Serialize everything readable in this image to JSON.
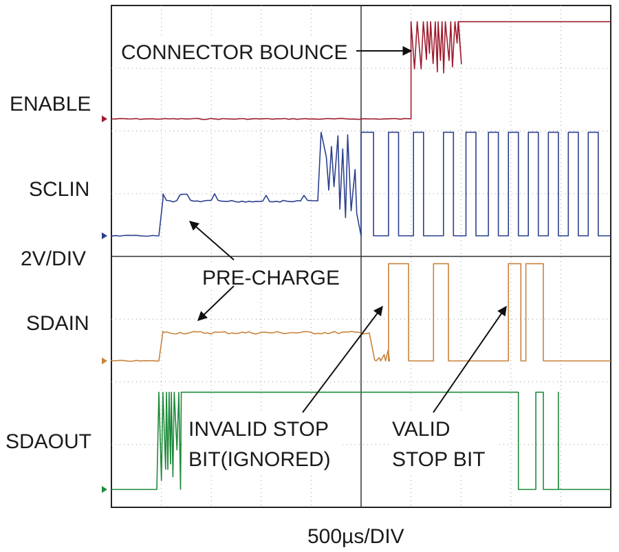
{
  "chart_data": {
    "type": "line",
    "title": "",
    "xlabel": "500µs/DIV",
    "ylabel": "2V/DIV",
    "divisions": {
      "x": 10,
      "y": 8
    },
    "xlim": [
      0,
      10
    ],
    "grid": true,
    "series": [
      {
        "name": "ENABLE",
        "color": "#9e1b2e",
        "baseline_div": 1.55,
        "low_div": 0,
        "high_div": 1.55,
        "events": [
          {
            "t": 6.0,
            "desc": "CONNECTOR BOUNCE edge",
            "bounce_until": 6.95
          }
        ]
      },
      {
        "name": "SCLIN",
        "color": "#2a3f8f",
        "baseline_div": 0,
        "precharge_div": 0.55,
        "high_div": 1.65,
        "precharge_start": 0.95,
        "toggle_start": 4.2,
        "clock_edges": [
          5.0,
          5.25,
          5.55,
          5.75,
          6.05,
          6.25,
          6.65,
          6.85,
          7.1,
          7.3,
          7.55,
          7.75,
          7.95,
          8.15,
          8.35,
          8.55,
          8.75,
          8.95,
          9.15,
          9.35,
          9.55,
          9.75
        ]
      },
      {
        "name": "SDAIN",
        "color": "#c8823c",
        "baseline_div": 0,
        "precharge_div": 0.45,
        "high_div": 1.55,
        "precharge_start": 0.95,
        "pulses": [
          [
            5.55,
            5.95
          ],
          [
            6.45,
            6.75
          ],
          [
            7.95,
            8.2
          ],
          [
            8.3,
            8.65
          ]
        ]
      },
      {
        "name": "SDAOUT",
        "color": "#1e8a3a",
        "baseline_div": 0,
        "high_div": 1.55,
        "rise": 0.95,
        "bounce_until": 1.4,
        "pulses_low": [
          [
            8.15,
            8.5
          ],
          [
            8.65,
            8.95
          ]
        ]
      }
    ],
    "annotations": [
      {
        "text": "CONNECTOR BOUNCE",
        "target_series": "ENABLE"
      },
      {
        "text": "PRE-CHARGE",
        "target_series": [
          "SCLIN",
          "SDAIN"
        ]
      },
      {
        "text_lines": [
          "INVALID STOP",
          "BIT(IGNORED)"
        ],
        "target_series": "SDAIN"
      },
      {
        "text_lines": [
          "VALID",
          "STOP BIT"
        ],
        "target_series": "SDAIN"
      }
    ]
  },
  "labels": {
    "enable": "ENABLE",
    "sclin": "SCLIN",
    "volts": "2V/DIV",
    "sdain": "SDAIN",
    "sdaout": "SDAOUT",
    "time": "500µs/DIV",
    "connector_bounce": "CONNECTOR BOUNCE",
    "precharge": "PRE-CHARGE",
    "invalid_1": "INVALID STOP",
    "invalid_2": "BIT(IGNORED)",
    "valid_1": "VALID",
    "valid_2": "STOP BIT"
  }
}
